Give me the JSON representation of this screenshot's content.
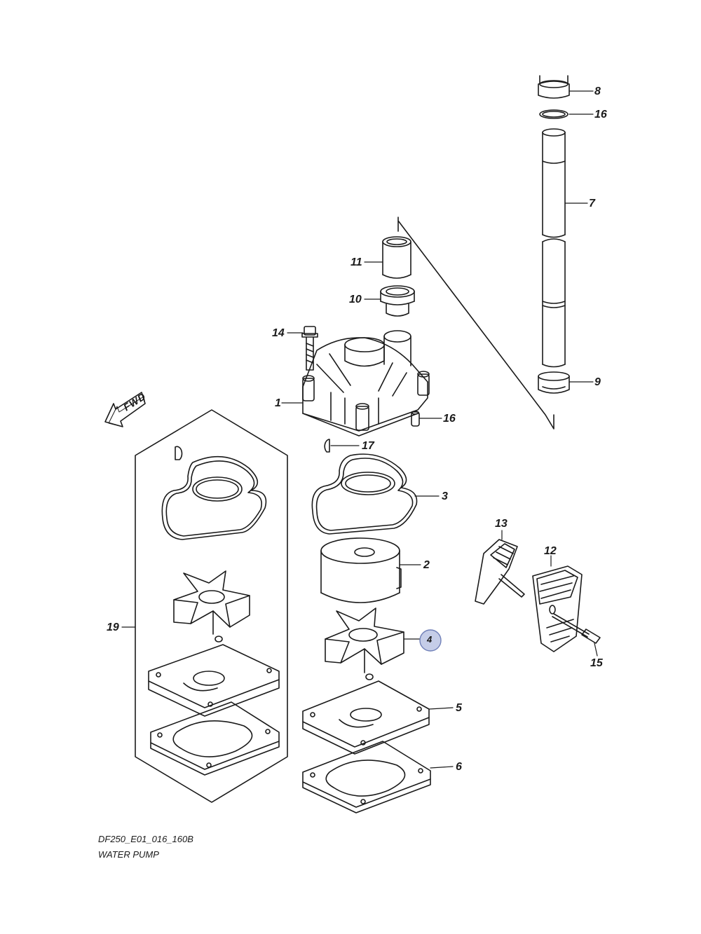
{
  "diagram": {
    "drawing_code": "DF250_E01_016_160B",
    "title": "WATER PUMP",
    "direction_label": "FWD",
    "highlight_color": "#c5cde8",
    "line_color": "#1a1a1a",
    "parts": [
      {
        "id": "1"
      },
      {
        "id": "2"
      },
      {
        "id": "3"
      },
      {
        "id": "4"
      },
      {
        "id": "5"
      },
      {
        "id": "6"
      },
      {
        "id": "7"
      },
      {
        "id": "8"
      },
      {
        "id": "9"
      },
      {
        "id": "10"
      },
      {
        "id": "11"
      },
      {
        "id": "12"
      },
      {
        "id": "13"
      },
      {
        "id": "14"
      },
      {
        "id": "15"
      },
      {
        "id": "16"
      },
      {
        "id": "16"
      },
      {
        "id": "17"
      },
      {
        "id": "19"
      }
    ],
    "highlighted_part": "4"
  }
}
